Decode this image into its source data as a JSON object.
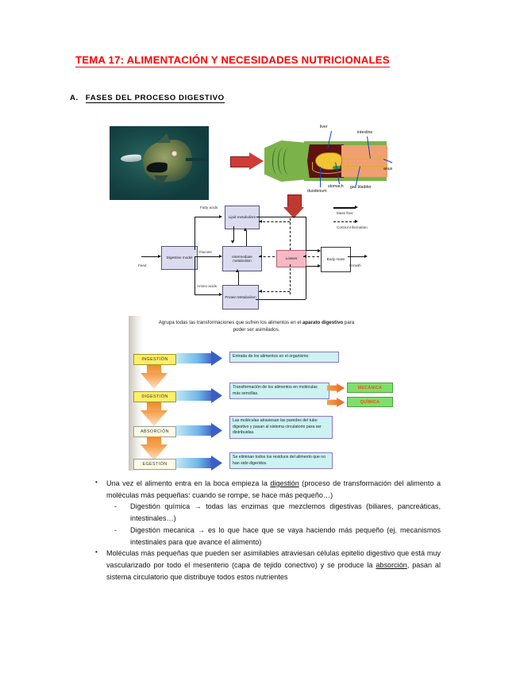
{
  "document": {
    "title": "TEMA 17: ALIMENTACIÓN Y NECESIDADES NUTRICIONALES",
    "section_letter": "A.",
    "section_title": "FASES DEL PROCESO DIGESTIVO"
  },
  "figure_fish": {
    "photo_alt": "fish-photo",
    "arrow": "red-arrow-right",
    "labels": {
      "liver": "liver",
      "intestine": "intestine",
      "anus": "anus",
      "stomach": "stomach",
      "gall_bladder": "gall bladder",
      "duodenum": "duodenum"
    },
    "colors": {
      "body": "#7cb24a",
      "cavity": "#5e1212",
      "gut": "#f0a070",
      "stomach": "#f2c632",
      "label_line": "#1344c4",
      "arrow": "#cf3b36"
    }
  },
  "figure_flowchart": {
    "nodes": {
      "digestive_model": "Digestive model",
      "lipid_metabolism": "Lipid metabolism",
      "intermediate_metabolism": "Intermediate metabolism",
      "protein_metabolism": "Protein Metabolism",
      "losses": "Losses",
      "body_mass": "Body mass"
    },
    "edge_labels": {
      "feed": "Feed",
      "fatty_acids": "Fatty acids",
      "glucose": "Glucose",
      "amino_acids": "Amino acids",
      "growth": "Growth"
    },
    "legend": {
      "mass_flow": "Mass flow",
      "control_information": "Control information"
    },
    "colors": {
      "node": "#dcdcf0",
      "losses": "#f6b8c4",
      "arrow_down": "#c0392f"
    }
  },
  "figure_digestion": {
    "intro_part1": "Agrupa todas las transformaciones que sufren los alimentos en el ",
    "intro_bold": "aparato digestivo",
    "intro_part2": " para poder ser asimilados.",
    "phases": [
      {
        "name": "INGESTIÓN",
        "description": "Entrada de los alimentos en el organismo"
      },
      {
        "name": "DIGESTIÓN",
        "description": "Transformación de los alimentos en moléculas más sencillas."
      },
      {
        "name": "ABSORCIÓN",
        "description": "Las moléculas atraviesan las paredes del tubo digestivo y pasan al sistema circulatorio para ser distribuidas."
      },
      {
        "name": "EGESTIÓN",
        "description": "Se eliminan todos los residuos del alimento que no han sido digeridos."
      }
    ],
    "digestion_types": [
      "MECÁNICA",
      "QUÍMICA"
    ],
    "colors": {
      "phase_box": "#ffee66",
      "text_box": "#ccf2f2",
      "type_box": "#7ee06a",
      "type_text": "#e8521f",
      "down_arrow": "#f08a2c"
    }
  },
  "body": {
    "bullets": [
      {
        "mark": "•",
        "pre": "Una vez el alimento entra en la boca empieza la ",
        "underlined": "digestión",
        "post": " (proceso de transformación del alimento a moléculas más pequeñas: cuando se rompe, se hace más pequeño…)",
        "sub_items": [
          {
            "mark": "-",
            "text": "Digestión química → todas las enzimas que mezclemos digestivas (biliares, pancreáticas, intestinales…)"
          },
          {
            "mark": "-",
            "text": "Digestión mecanica → es lo que hace que se vaya haciendo más pequeño (ej. mecanismos intestinales para que avance el alimento)"
          }
        ]
      },
      {
        "mark": "•",
        "pre": "Moléculas más pequeñas que pueden ser asimilables atraviesan células epitelio digestivo que está muy vascularizado por todo el mesenterio (capa de tejido conectivo) y se produce la ",
        "underlined": "absorción",
        "post": ", pasan al sistema circulatorio que distribuye todos estos nutrientes",
        "sub_items": []
      }
    ]
  }
}
